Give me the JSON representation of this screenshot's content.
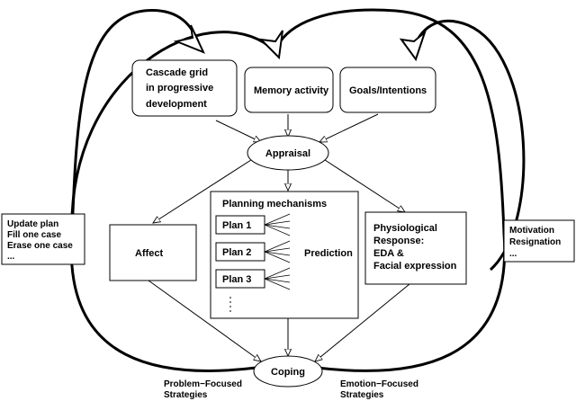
{
  "boxes": {
    "cascade": [
      "Cascade grid",
      "in progressive",
      "development"
    ],
    "memory": "Memory activity",
    "goals": "Goals/Intentions",
    "affect": "Affect",
    "planning_title": "Planning mechanisms",
    "plans": [
      "Plan 1",
      "Plan 2",
      "Plan 3"
    ],
    "prediction": "Prediction",
    "physio": [
      "Physiological",
      "Response:",
      "EDA &",
      "Facial expression"
    ]
  },
  "nodes": {
    "appraisal": "Appraisal",
    "coping": "Coping"
  },
  "side_left": [
    "Update plan",
    "Fill one case",
    "Erase one case",
    "..."
  ],
  "side_right": [
    "Motivation",
    "Resignation",
    "..."
  ],
  "bottom": {
    "problem": [
      "Problem−Focused",
      "Strategies"
    ],
    "emotion": [
      "Emotion−Focused",
      "Strategies"
    ]
  }
}
